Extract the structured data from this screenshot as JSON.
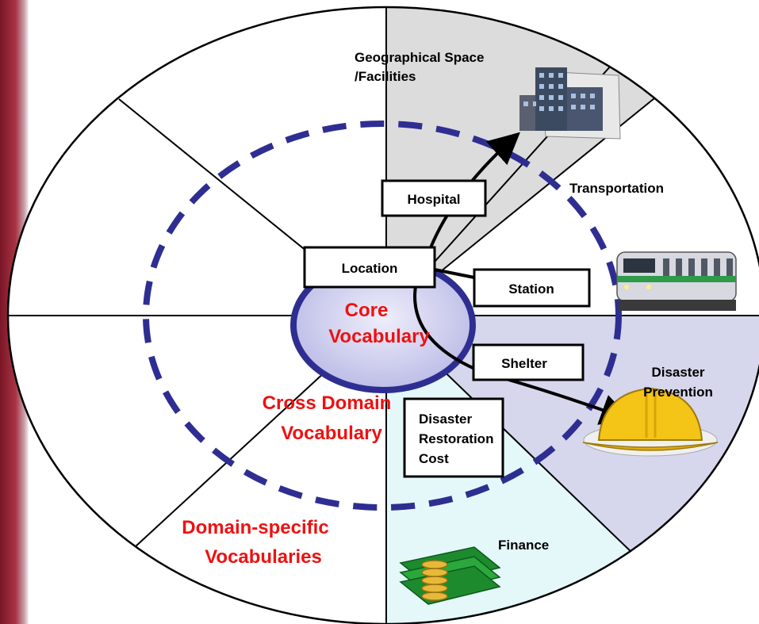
{
  "core_label": [
    "Core",
    "Vocabulary"
  ],
  "cross_domain_label": [
    "Cross Domain",
    "Vocabulary"
  ],
  "domain_specific_label": [
    "Domain-specific",
    "Vocabularies"
  ],
  "domains": {
    "geographical": [
      "Geographical Space",
      "/Facilities"
    ],
    "transportation": "Transportation",
    "disaster_prevention": [
      "Disaster",
      "Prevention"
    ],
    "finance": "Finance"
  },
  "terms": {
    "location": "Location",
    "hospital": "Hospital",
    "station": "Station",
    "shelter": "Shelter",
    "disaster_restoration_cost": [
      "Disaster",
      "Restoration",
      "Cost"
    ]
  },
  "colors": {
    "accent_red": "#ee1111",
    "dashed_ring": "#2e2e92",
    "core_fill": "#c8c8ec",
    "left_bar": "#8b1a2c",
    "geographical_bg": "#dcdcdc",
    "disaster_bg": "#d6d6ec",
    "finance_bg": "#e4f8fa"
  },
  "icons": [
    "hospital-building-icon",
    "train-icon",
    "hard-hat-icon",
    "money-stack-icon"
  ]
}
